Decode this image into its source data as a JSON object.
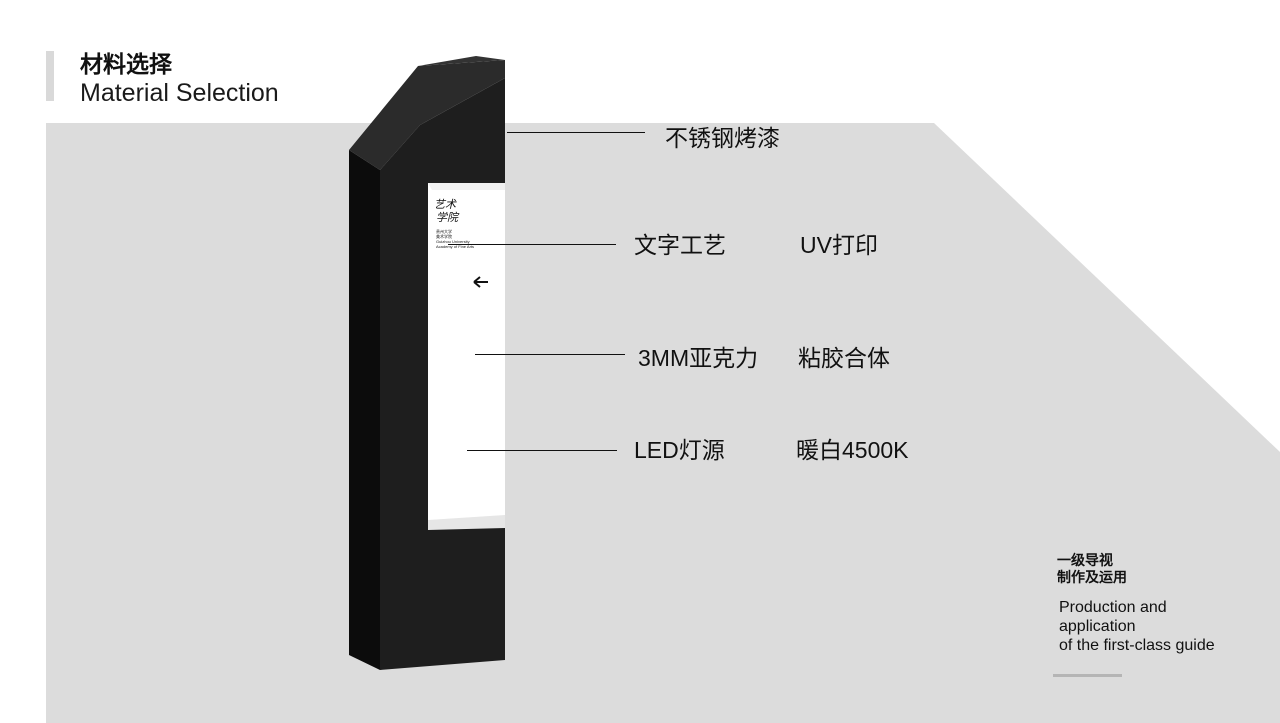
{
  "header": {
    "title_cn": "材料选择",
    "title_en": "Material Selection"
  },
  "callouts": [
    {
      "label": "不锈钢烤漆",
      "value": ""
    },
    {
      "label": "文字工艺",
      "value": "UV打印"
    },
    {
      "label": "3MM亚克力",
      "value": "粘胶合体"
    },
    {
      "label": "LED灯源",
      "value": "暖白4500K"
    }
  ],
  "sign_panel": {
    "emblem_line1": "艺术",
    "emblem_line2": "学院",
    "text_cn": "贵州大学",
    "text_cn2": "美术学院",
    "text_en1": "Guizhou University",
    "text_en2": "Academy of Fine Arts",
    "arrow_icon": "arrow-left-icon"
  },
  "side_note": {
    "cn_line1": "一级导视",
    "cn_line2": "制作及运用",
    "en_line1": "Production and",
    "en_line2": "application",
    "en_line3": "of the first-class guide"
  },
  "colors": {
    "background_panel": "#dcdcdc",
    "sign_body": "#1e1e1e",
    "sign_edge": "#0f0f0f",
    "sign_top": "#2a2a2a",
    "accent_bar": "#d9d9d9"
  }
}
